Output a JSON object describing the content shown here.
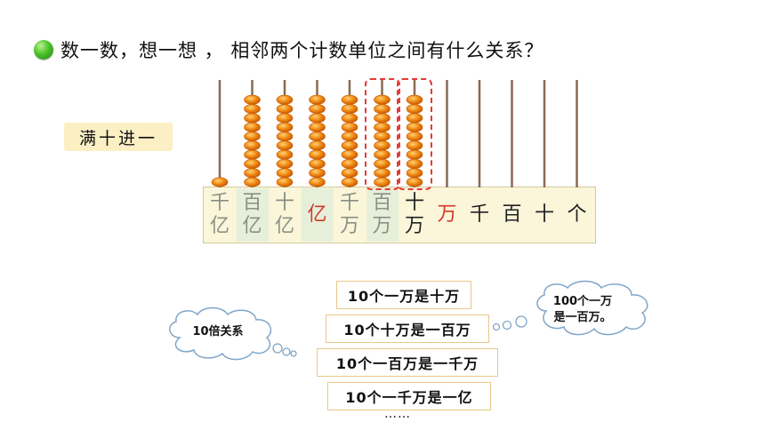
{
  "question": "数一数，想一想 ， 相邻两个计数单位之间有什么关系？",
  "rule_label": "满十进一",
  "abacus": {
    "places": [
      {
        "label": "千\n亿",
        "beads": 1
      },
      {
        "label": "百\n亿",
        "beads": 10
      },
      {
        "label": "十\n亿",
        "beads": 10
      },
      {
        "label": "亿",
        "beads": 10
      },
      {
        "label": "千\n万",
        "beads": 10
      },
      {
        "label": "百\n万",
        "beads": 10
      },
      {
        "label": "十\n万",
        "beads": 10
      },
      {
        "label": "万",
        "beads": 0
      },
      {
        "label": "千",
        "beads": 0
      },
      {
        "label": "百",
        "beads": 0
      },
      {
        "label": "十",
        "beads": 0
      },
      {
        "label": "个",
        "beads": 0
      }
    ],
    "colors": {
      "rod": "#8a6a52",
      "bead": "#f08a12",
      "bead_light": "#ffd27a",
      "bead_dark": "#c85a06"
    }
  },
  "relations": [
    "10个一万是十万",
    "10个十万是一百万",
    "10个一百万是一千万",
    "10个一千万是一亿"
  ],
  "ellipsis": "……",
  "cloud_left": "10倍关系",
  "cloud_right": "100个一万\n是一百万。"
}
